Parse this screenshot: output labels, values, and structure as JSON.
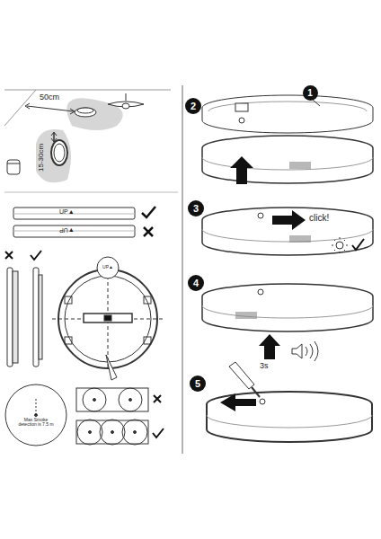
{
  "diagram": {
    "nodes": [
      {
        "text": [
          "2"
        ]
      },
      {
        "text": [
          "1"
        ]
      },
      {
        "text": [
          "3"
        ]
      },
      {
        "text": [
          "4"
        ]
      },
      {
        "text": [
          "5"
        ]
      }
    ],
    "labels": [
      "50cm",
      "15-30cm",
      "UP▲",
      "▼UP",
      "UP▲",
      "Max Smoke detection is 7.5 m",
      "click!",
      "3s"
    ]
  }
}
